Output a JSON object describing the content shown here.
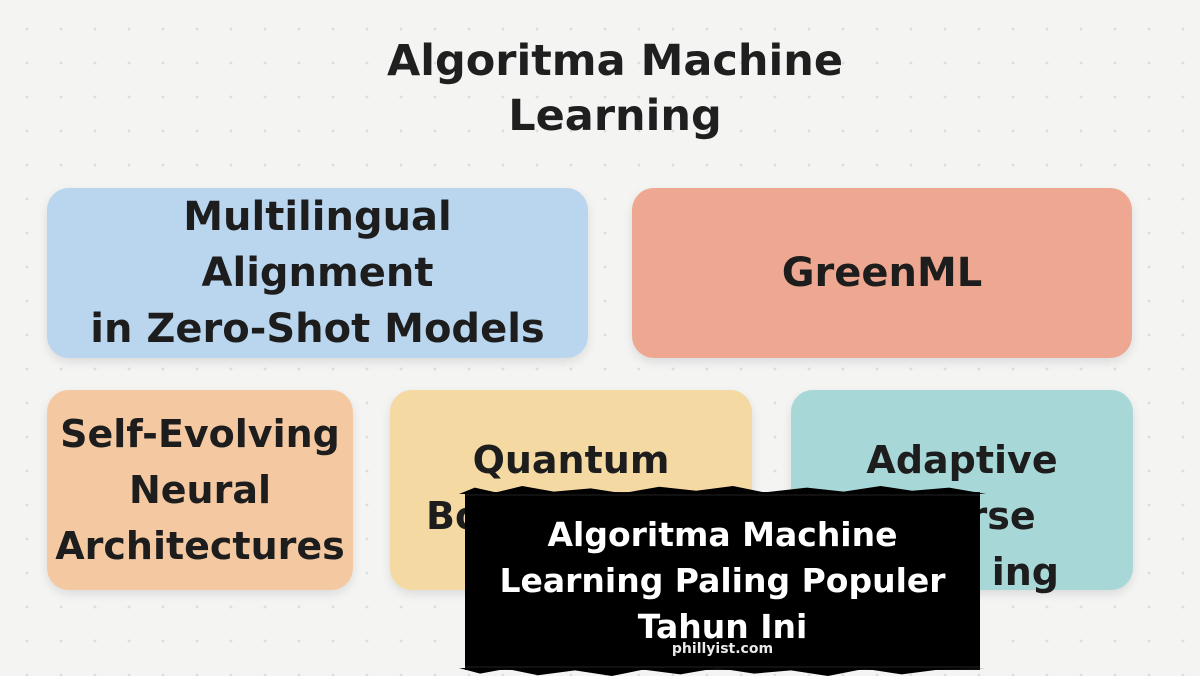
{
  "title": {
    "line1": "Algoritma Machine",
    "line2": "Learning"
  },
  "cards": [
    {
      "lines": [
        "Multilingual Alignment",
        "in Zero-Shot Models"
      ],
      "color": "#b9d6ee"
    },
    {
      "lines": [
        "GreenML"
      ],
      "color": "#eea891"
    },
    {
      "lines": [
        "Self-Evolving",
        "Neural",
        "Architectures"
      ],
      "color": "#f4c9a2"
    },
    {
      "lines": [
        "Quantum",
        "Bo"
      ],
      "color": "#f5d9a3"
    },
    {
      "lines": [
        "Adaptive",
        "Sparse",
        "ing"
      ],
      "color": "#a7d7d7"
    }
  ],
  "overlay": {
    "line1": "Algoritma Machine",
    "line2": "Learning Paling Populer",
    "line3": "Tahun Ini",
    "source": "phillyist.com"
  }
}
